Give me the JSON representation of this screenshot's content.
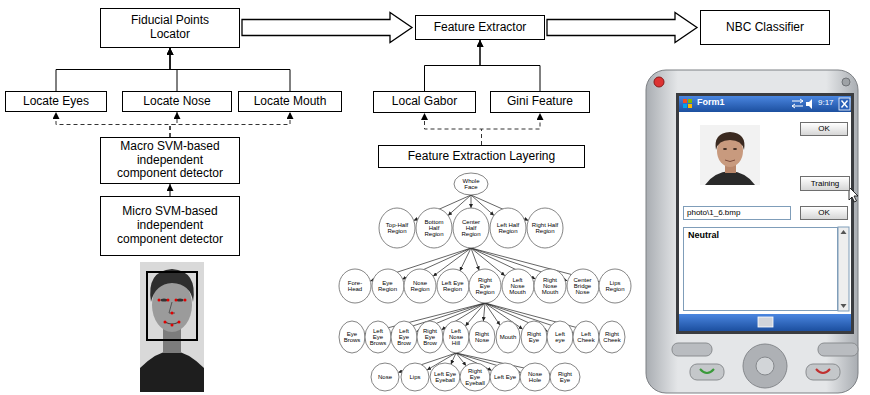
{
  "diagram": {
    "nodes": [
      {
        "text": [
          "Fiducial Points Locator"
        ]
      },
      {
        "text": [
          "Feature Extractor"
        ]
      },
      {
        "text": [
          "NBC Classifier"
        ]
      },
      {
        "text": [
          "Locate Eyes"
        ]
      },
      {
        "text": [
          "Locate Nose"
        ]
      },
      {
        "text": [
          "Locate Mouth"
        ]
      },
      {
        "text": [
          "Local Gabor"
        ]
      },
      {
        "text": [
          "Gini Feature"
        ]
      },
      {
        "text": [
          "Macro SVM-based independent component detector"
        ]
      },
      {
        "text": [
          "Feature Extraction Layering"
        ]
      },
      {
        "text": [
          "Micro SVM-based independent component detector"
        ]
      },
      {
        "text": [
          "Whole Face"
        ]
      },
      {
        "text": [
          "Top-Half Region"
        ]
      },
      {
        "text": [
          "Bottom Half Region"
        ]
      },
      {
        "text": [
          "Center Half Region"
        ]
      },
      {
        "text": [
          "Left Half Region"
        ]
      },
      {
        "text": [
          "Right Half Region"
        ]
      },
      {
        "text": [
          "Fore-Head"
        ]
      },
      {
        "text": [
          "Eye Region"
        ]
      },
      {
        "text": [
          "Nose Region"
        ]
      },
      {
        "text": [
          "Left Eye Region"
        ]
      },
      {
        "text": [
          "Right Eye Region"
        ]
      },
      {
        "text": [
          "Left Nose Mouth"
        ]
      },
      {
        "text": [
          "Right Nose Mouth"
        ]
      },
      {
        "text": [
          "Center Bridge Nose"
        ]
      },
      {
        "text": [
          "Lips Region"
        ]
      },
      {
        "text": [
          "Eye Brows"
        ]
      },
      {
        "text": [
          "Left Eye Brows"
        ]
      },
      {
        "text": [
          "Left Eye Brow"
        ]
      },
      {
        "text": [
          "Right Eye Brow"
        ]
      },
      {
        "text": [
          "Left Nose Hill"
        ]
      },
      {
        "text": [
          "Right Nose"
        ]
      },
      {
        "text": [
          "Mouth"
        ]
      },
      {
        "text": [
          "Right Eye"
        ]
      },
      {
        "text": [
          "Left eye"
        ]
      },
      {
        "text": [
          "Left Cheek"
        ]
      },
      {
        "text": [
          "Right Cheek"
        ]
      },
      {
        "text": [
          "Nose"
        ]
      },
      {
        "text": [
          "Lips"
        ]
      },
      {
        "text": [
          "Left Eye Eyeball"
        ]
      },
      {
        "text": [
          "Right Eye Eyeball"
        ]
      },
      {
        "text": [
          "Left Eye"
        ]
      },
      {
        "text": [
          "Nose Hole"
        ]
      },
      {
        "text": [
          "Right Eye"
        ]
      },
      {
        "text": [
          "OK"
        ]
      },
      {
        "text": [
          "Training"
        ]
      },
      {
        "text": [
          "photo\\1_6.bmp"
        ]
      },
      {
        "text": [
          "OK"
        ]
      },
      {
        "text": [
          "Neutral"
        ]
      }
    ],
    "edges": [
      {
        "from": 0,
        "to": 1,
        "arrow": "to"
      },
      {
        "from": 1,
        "to": 2,
        "arrow": "to"
      },
      {
        "from": 3,
        "to": 0,
        "arrow": "to"
      },
      {
        "from": 4,
        "to": 0,
        "arrow": "to"
      },
      {
        "from": 5,
        "to": 0,
        "arrow": "to"
      },
      {
        "from": 8,
        "to": 3,
        "arrow": "to"
      },
      {
        "from": 8,
        "to": 4,
        "arrow": "to"
      },
      {
        "from": 8,
        "to": 5,
        "arrow": "to"
      },
      {
        "from": 10,
        "to": 8,
        "arrow": "to"
      },
      {
        "from": 6,
        "to": 1,
        "arrow": "to"
      },
      {
        "from": 7,
        "to": 1,
        "arrow": "to"
      },
      {
        "from": 9,
        "to": 6,
        "arrow": "to"
      },
      {
        "from": 9,
        "to": 7,
        "arrow": "to"
      },
      {
        "from": 11,
        "to": 12,
        "arrow": "to"
      },
      {
        "from": 11,
        "to": 13,
        "arrow": "to"
      },
      {
        "from": 11,
        "to": 14,
        "arrow": "to"
      },
      {
        "from": 11,
        "to": 15,
        "arrow": "to"
      },
      {
        "from": 11,
        "to": 16,
        "arrow": "to"
      },
      {
        "from": 14,
        "to": 17,
        "arrow": "to"
      },
      {
        "from": 14,
        "to": 18,
        "arrow": "to"
      },
      {
        "from": 14,
        "to": 19,
        "arrow": "to"
      },
      {
        "from": 14,
        "to": 20,
        "arrow": "to"
      },
      {
        "from": 14,
        "to": 21,
        "arrow": "to"
      },
      {
        "from": 14,
        "to": 22,
        "arrow": "to"
      },
      {
        "from": 14,
        "to": 23,
        "arrow": "to"
      },
      {
        "from": 14,
        "to": 24,
        "arrow": "to"
      },
      {
        "from": 14,
        "to": 25,
        "arrow": "to"
      },
      {
        "from": 21,
        "to": 26,
        "arrow": "to"
      },
      {
        "from": 21,
        "to": 27,
        "arrow": "to"
      },
      {
        "from": 21,
        "to": 28,
        "arrow": "to"
      },
      {
        "from": 21,
        "to": 29,
        "arrow": "to"
      },
      {
        "from": 21,
        "to": 30,
        "arrow": "to"
      },
      {
        "from": 21,
        "to": 31,
        "arrow": "to"
      },
      {
        "from": 21,
        "to": 32,
        "arrow": "to"
      },
      {
        "from": 21,
        "to": 33,
        "arrow": "to"
      },
      {
        "from": 21,
        "to": 34,
        "arrow": "to"
      },
      {
        "from": 21,
        "to": 35,
        "arrow": "to"
      },
      {
        "from": 21,
        "to": 36,
        "arrow": "to"
      },
      {
        "from": 30,
        "to": 37,
        "arrow": "to"
      },
      {
        "from": 30,
        "to": 38,
        "arrow": "to"
      },
      {
        "from": 30,
        "to": 39,
        "arrow": "to"
      },
      {
        "from": 30,
        "to": 40,
        "arrow": "to"
      },
      {
        "from": 30,
        "to": 41,
        "arrow": "to"
      },
      {
        "from": 30,
        "to": 42,
        "arrow": "to"
      },
      {
        "from": 30,
        "to": 43,
        "arrow": "to"
      }
    ],
    "labels": [
      "Form1",
      "9:17"
    ]
  }
}
